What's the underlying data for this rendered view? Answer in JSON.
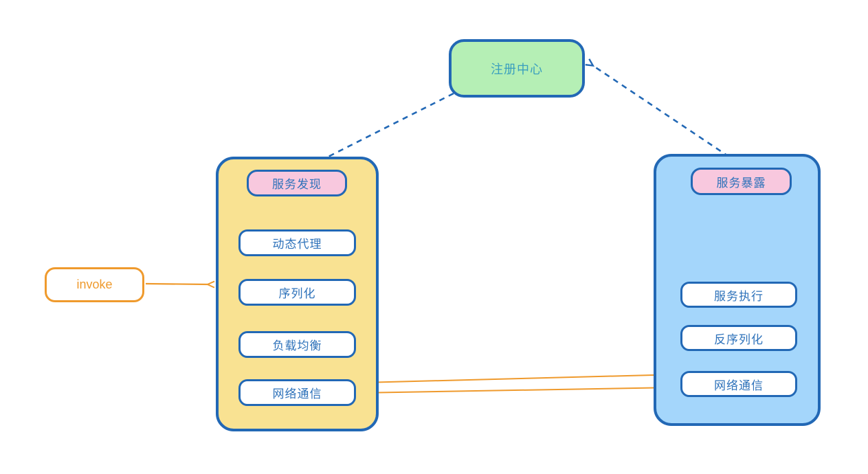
{
  "colors": {
    "white": "#ffffff",
    "border_blue": "#2268b5",
    "text_blue": "#2e72ba",
    "registry_text": "#3a9fbe",
    "green_fill": "#b5efb5",
    "yellow_fill": "#f9e292",
    "pink_fill": "#f8c8de",
    "blue_fill": "#a4d6fb",
    "orange": "#ef9a2d"
  },
  "nodes": {
    "registry": {
      "label": "注册中心"
    },
    "consumer": {
      "title": "服务发现",
      "items": [
        "动态代理",
        "序列化",
        "负载均衡",
        "网络通信"
      ]
    },
    "provider": {
      "title": "服务暴露",
      "items": [
        "服务执行",
        "反序列化",
        "网络通信"
      ]
    },
    "invoke": {
      "label": "invoke"
    }
  },
  "edges": [
    {
      "from": "registry",
      "to": "consumer-title",
      "style": "dashed",
      "color": "blue"
    },
    {
      "from": "provider-title",
      "to": "registry",
      "style": "dashed",
      "color": "blue"
    },
    {
      "from": "invoke",
      "to": "consumer-box",
      "style": "solid",
      "color": "orange"
    },
    {
      "from": "provider-network",
      "to": "consumer-network",
      "style": "solid",
      "color": "orange"
    },
    {
      "from": "consumer-network",
      "to": "provider-network",
      "style": "solid",
      "color": "orange"
    }
  ]
}
